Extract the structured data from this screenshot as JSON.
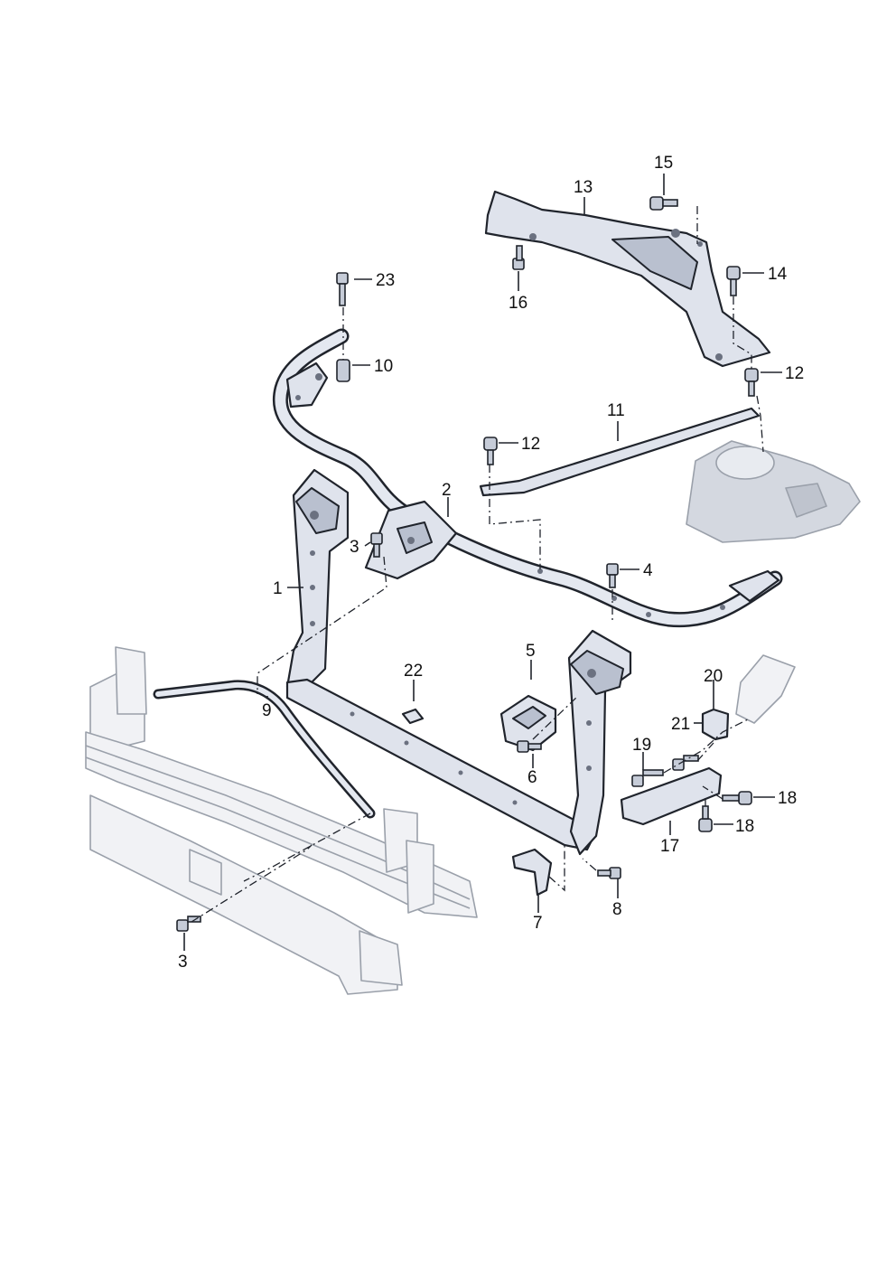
{
  "callouts": [
    {
      "id": "1",
      "label": "1"
    },
    {
      "id": "2",
      "label": "2"
    },
    {
      "id": "3a",
      "label": "3"
    },
    {
      "id": "3b",
      "label": "3"
    },
    {
      "id": "4",
      "label": "4"
    },
    {
      "id": "5",
      "label": "5"
    },
    {
      "id": "6",
      "label": "6"
    },
    {
      "id": "7",
      "label": "7"
    },
    {
      "id": "8",
      "label": "8"
    },
    {
      "id": "9",
      "label": "9"
    },
    {
      "id": "10",
      "label": "10"
    },
    {
      "id": "11",
      "label": "11"
    },
    {
      "id": "12a",
      "label": "12"
    },
    {
      "id": "12b",
      "label": "12"
    },
    {
      "id": "13",
      "label": "13"
    },
    {
      "id": "14",
      "label": "14"
    },
    {
      "id": "15",
      "label": "15"
    },
    {
      "id": "16",
      "label": "16"
    },
    {
      "id": "17",
      "label": "17"
    },
    {
      "id": "18a",
      "label": "18"
    },
    {
      "id": "18b",
      "label": "18"
    },
    {
      "id": "19",
      "label": "19"
    },
    {
      "id": "20",
      "label": "20"
    },
    {
      "id": "21",
      "label": "21"
    },
    {
      "id": "22",
      "label": "22"
    },
    {
      "id": "23",
      "label": "23"
    }
  ]
}
